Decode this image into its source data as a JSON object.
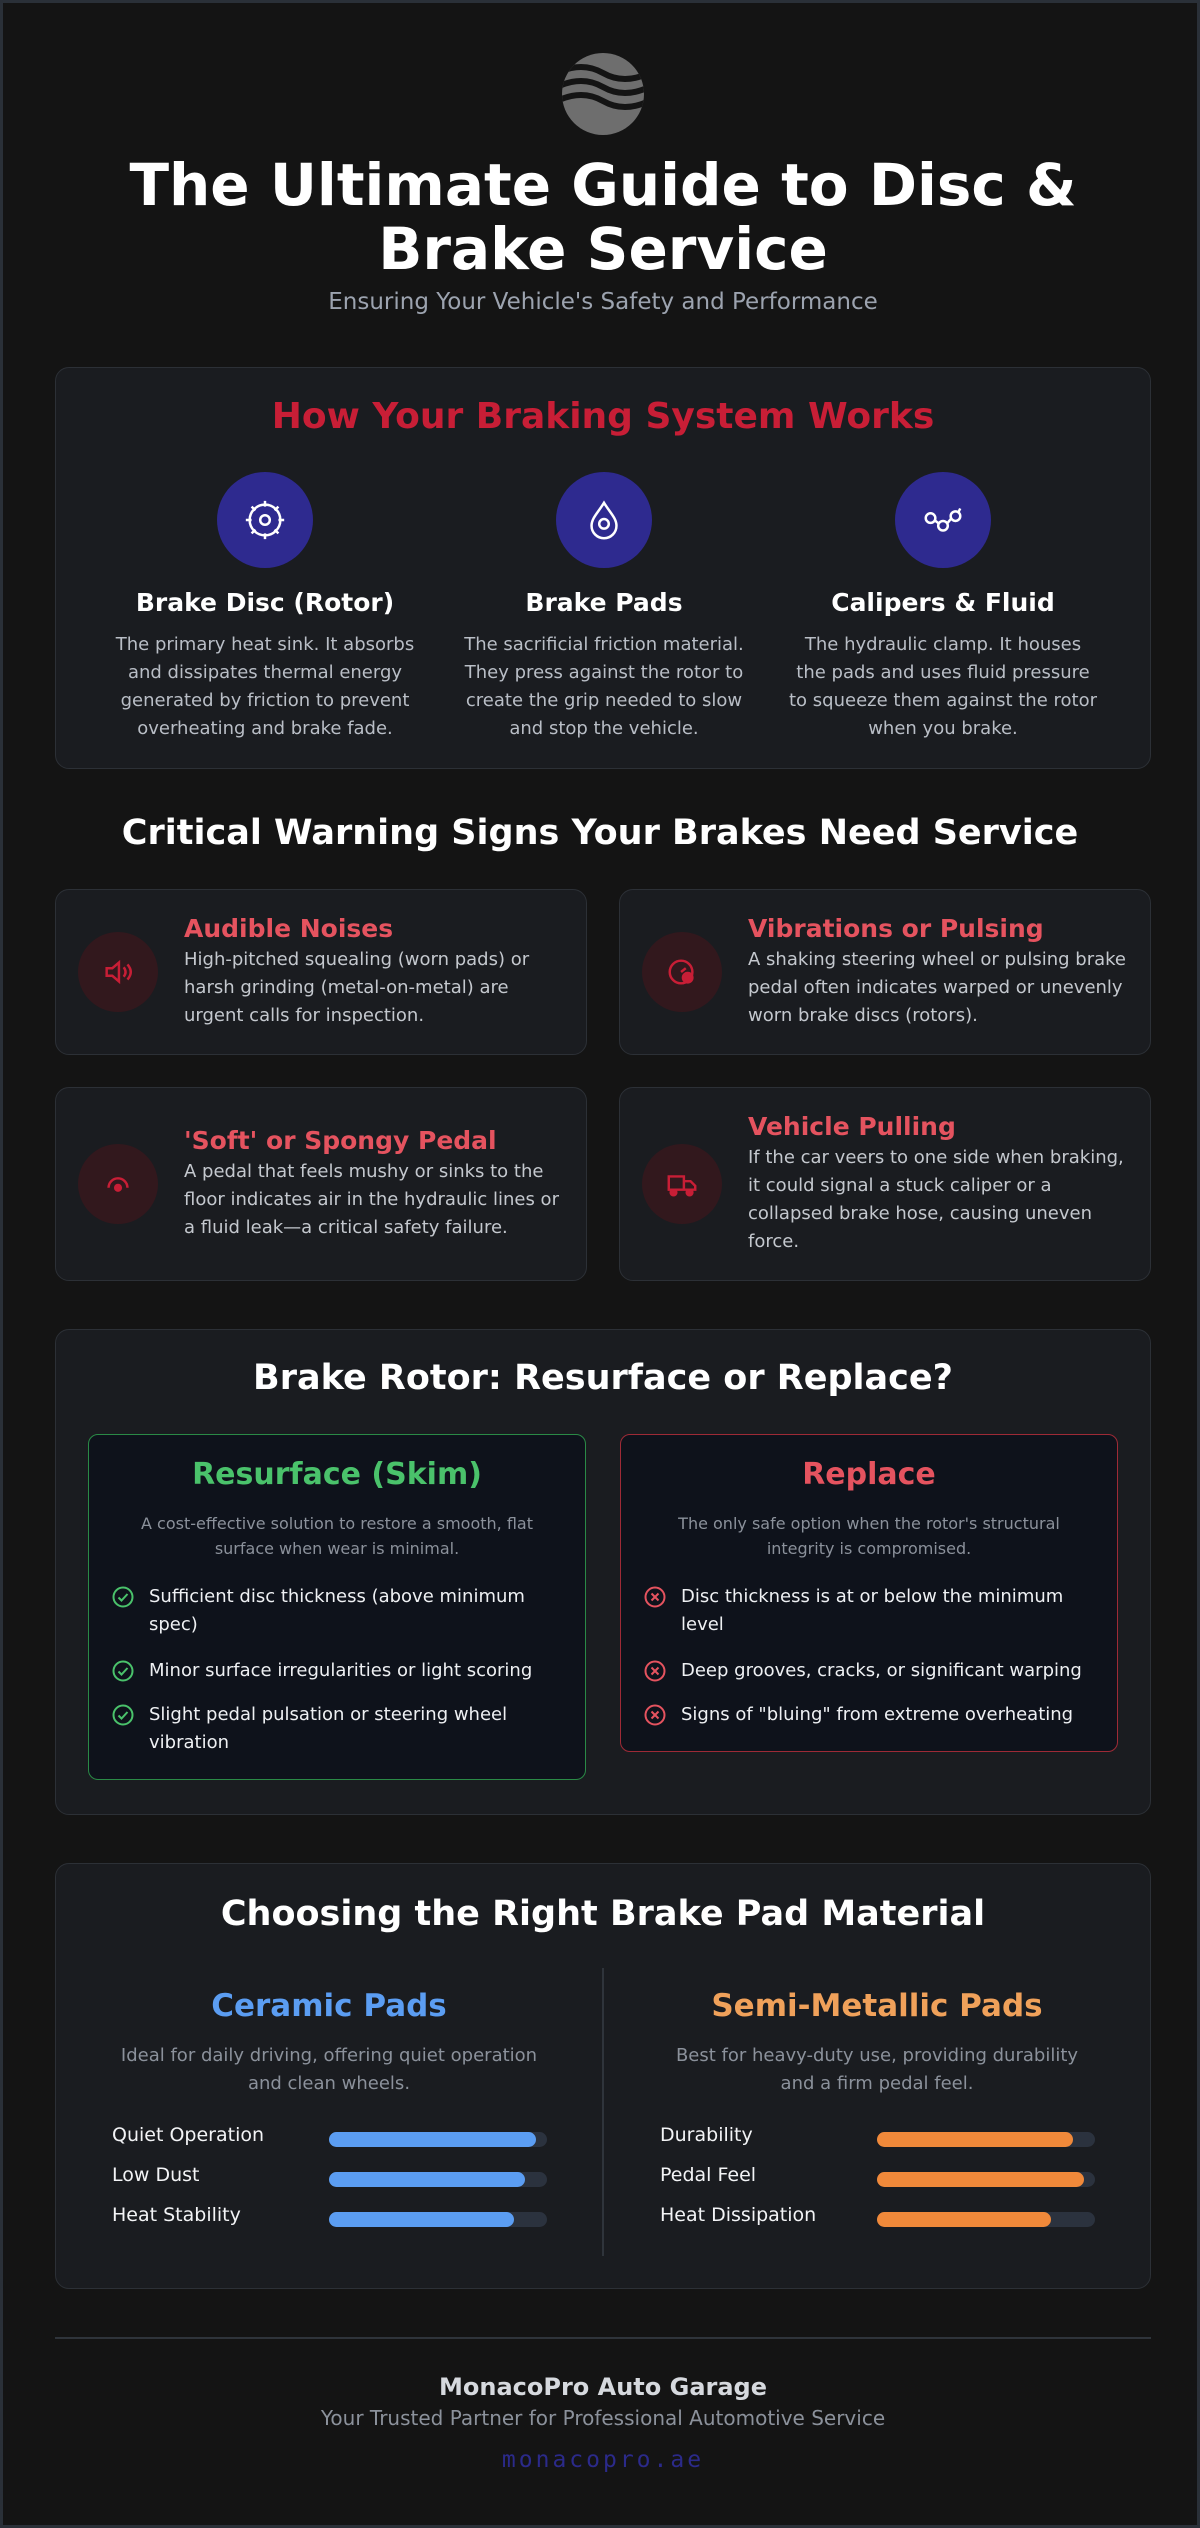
{
  "header": {
    "title_line1": "The Ultimate Guide to Disc &",
    "title_line2": "Brake Service",
    "subtitle": "Ensuring Your Vehicle's Safety and Performance"
  },
  "how_it_works": {
    "title": "How Your Braking System Works",
    "components": [
      {
        "icon": "gear-disc-icon",
        "name": "Brake Disc (Rotor)",
        "desc_lines": [
          "The primary heat sink. It absorbs",
          "and dissipates thermal energy",
          "generated by friction to prevent",
          "overheating and brake fade."
        ]
      },
      {
        "icon": "pad-drop-icon",
        "name": "Brake Pads",
        "desc_lines": [
          "The sacrificial friction material.",
          "They press against the rotor to",
          "create the grip needed to slow",
          "and stop the vehicle."
        ]
      },
      {
        "icon": "hydraulic-link-icon",
        "name": "Calipers & Fluid",
        "desc_lines": [
          "The hydraulic clamp. It houses",
          "the pads and uses fluid pressure",
          "to squeeze them against the rotor",
          "when you brake."
        ]
      }
    ]
  },
  "warnings": {
    "title": "Critical Warning Signs Your Brakes Need Service",
    "items": [
      {
        "icon": "speaker-icon",
        "title": "Audible Noises",
        "desc_lines": [
          "High-pitched squealing (worn pads) or",
          "harsh grinding (metal-on-metal) are",
          "urgent calls for inspection."
        ]
      },
      {
        "icon": "wheel-alert-icon",
        "title": "Vibrations or Pulsing",
        "desc_lines": [
          "A shaking steering wheel or pulsing brake",
          "pedal often indicates warped or unevenly",
          "worn brake discs (rotors)."
        ]
      },
      {
        "icon": "gauge-icon",
        "title": "'Soft' or Spongy Pedal",
        "desc_lines": [
          "A pedal that feels mushy or sinks to the",
          "floor indicates air in the hydraulic lines or",
          "a fluid leak—a critical safety failure."
        ]
      },
      {
        "icon": "truck-pull-icon",
        "title": "Vehicle Pulling",
        "desc_lines": [
          "If the car veers to one side when braking,",
          "it could signal a stuck caliper or a",
          "collapsed brake hose, causing uneven",
          "force."
        ]
      }
    ]
  },
  "rotor": {
    "title": "Brake Rotor: Resurface or Replace?",
    "resurface": {
      "title": "Resurface (Skim)",
      "desc_lines": [
        "A cost-effective solution to restore a smooth, flat",
        "surface when wear is minimal."
      ],
      "criteria": [
        [
          "Sufficient disc thickness (above minimum",
          "spec)"
        ],
        [
          "Minor surface irregularities or light scoring"
        ],
        [
          "Slight pedal pulsation or steering wheel",
          "vibration"
        ]
      ],
      "color": "#4ac26b"
    },
    "replace": {
      "title": "Replace",
      "desc_lines": [
        "The only safe option when the rotor's structural",
        "integrity is compromised."
      ],
      "criteria": [
        [
          "Disc thickness is at or below the minimum",
          "level"
        ],
        [
          "Deep grooves, cracks, or significant warping"
        ],
        [
          "Signs of \"bluing\" from extreme overheating"
        ]
      ],
      "color": "#e5535f"
    }
  },
  "pads": {
    "title": "Choosing the Right Brake Pad Material",
    "ceramic": {
      "title": "Ceramic Pads",
      "desc_lines": [
        "Ideal for daily driving, offering quiet operation",
        "and clean wheels."
      ],
      "color": "#5b9df2",
      "ratings": [
        {
          "label": "Quiet Operation",
          "level": 0.95
        },
        {
          "label": "Low Dust",
          "level": 0.9
        },
        {
          "label": "Heat Stability",
          "level": 0.85
        }
      ]
    },
    "semi_metallic": {
      "title": "Semi-Metallic Pads",
      "desc_lines": [
        "Best for heavy-duty use, providing durability",
        "and a firm pedal feel."
      ],
      "color": "#f0893a",
      "ratings": [
        {
          "label": "Durability",
          "level": 0.9
        },
        {
          "label": "Pedal Feel",
          "level": 0.95
        },
        {
          "label": "Heat Dissipation",
          "level": 0.8
        }
      ]
    }
  },
  "footer": {
    "name": "MonacoPro Auto Garage",
    "tagline": "Your Trusted Partner for Professional Automotive Service",
    "url": "monacopro.ae"
  }
}
